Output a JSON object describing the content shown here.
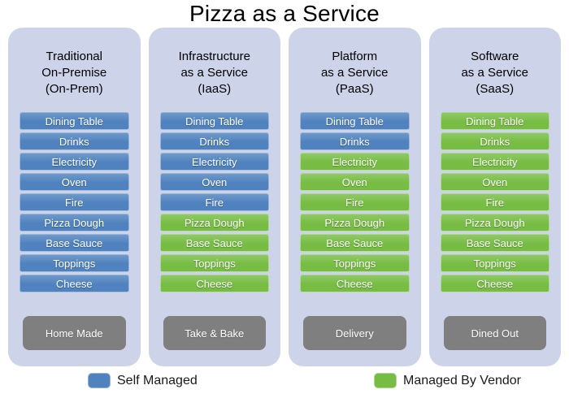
{
  "title": "Pizza as a Service",
  "colors": {
    "self_managed": "#4f82be",
    "vendor_managed": "#77bd44",
    "panel_bg": "#cdd3e9",
    "footer_bg": "#7f7f7f",
    "layer_text": "#ffffff",
    "title_text": "#000000"
  },
  "columns": [
    {
      "header_lines": [
        "Traditional",
        "On-Premise",
        "(On-Prem)"
      ],
      "layers": [
        {
          "label": "Dining Table",
          "managed": "self"
        },
        {
          "label": "Drinks",
          "managed": "self"
        },
        {
          "label": "Electricity",
          "managed": "self"
        },
        {
          "label": "Oven",
          "managed": "self"
        },
        {
          "label": "Fire",
          "managed": "self"
        },
        {
          "label": "Pizza Dough",
          "managed": "self"
        },
        {
          "label": "Base Sauce",
          "managed": "self"
        },
        {
          "label": "Toppings",
          "managed": "self"
        },
        {
          "label": "Cheese",
          "managed": "self"
        }
      ],
      "footer": "Home Made"
    },
    {
      "header_lines": [
        "Infrastructure",
        "as a Service",
        "(IaaS)"
      ],
      "layers": [
        {
          "label": "Dining Table",
          "managed": "self"
        },
        {
          "label": "Drinks",
          "managed": "self"
        },
        {
          "label": "Electricity",
          "managed": "self"
        },
        {
          "label": "Oven",
          "managed": "self"
        },
        {
          "label": "Fire",
          "managed": "self"
        },
        {
          "label": "Pizza Dough",
          "managed": "vendor"
        },
        {
          "label": "Base Sauce",
          "managed": "vendor"
        },
        {
          "label": "Toppings",
          "managed": "vendor"
        },
        {
          "label": "Cheese",
          "managed": "vendor"
        }
      ],
      "footer": "Take & Bake"
    },
    {
      "header_lines": [
        "Platform",
        "as a Service",
        "(PaaS)"
      ],
      "layers": [
        {
          "label": "Dining Table",
          "managed": "self"
        },
        {
          "label": "Drinks",
          "managed": "self"
        },
        {
          "label": "Electricity",
          "managed": "vendor"
        },
        {
          "label": "Oven",
          "managed": "vendor"
        },
        {
          "label": "Fire",
          "managed": "vendor"
        },
        {
          "label": "Pizza Dough",
          "managed": "vendor"
        },
        {
          "label": "Base Sauce",
          "managed": "vendor"
        },
        {
          "label": "Toppings",
          "managed": "vendor"
        },
        {
          "label": "Cheese",
          "managed": "vendor"
        }
      ],
      "footer": "Delivery"
    },
    {
      "header_lines": [
        "Software",
        "as a Service",
        "(SaaS)"
      ],
      "layers": [
        {
          "label": "Dining Table",
          "managed": "vendor"
        },
        {
          "label": "Drinks",
          "managed": "vendor"
        },
        {
          "label": "Electricity",
          "managed": "vendor"
        },
        {
          "label": "Oven",
          "managed": "vendor"
        },
        {
          "label": "Fire",
          "managed": "vendor"
        },
        {
          "label": "Pizza Dough",
          "managed": "vendor"
        },
        {
          "label": "Base Sauce",
          "managed": "vendor"
        },
        {
          "label": "Toppings",
          "managed": "vendor"
        },
        {
          "label": "Cheese",
          "managed": "vendor"
        }
      ],
      "footer": "Dined Out"
    }
  ],
  "legend": [
    {
      "label": "Self Managed",
      "managed": "self"
    },
    {
      "label": "Managed By Vendor",
      "managed": "vendor"
    }
  ]
}
